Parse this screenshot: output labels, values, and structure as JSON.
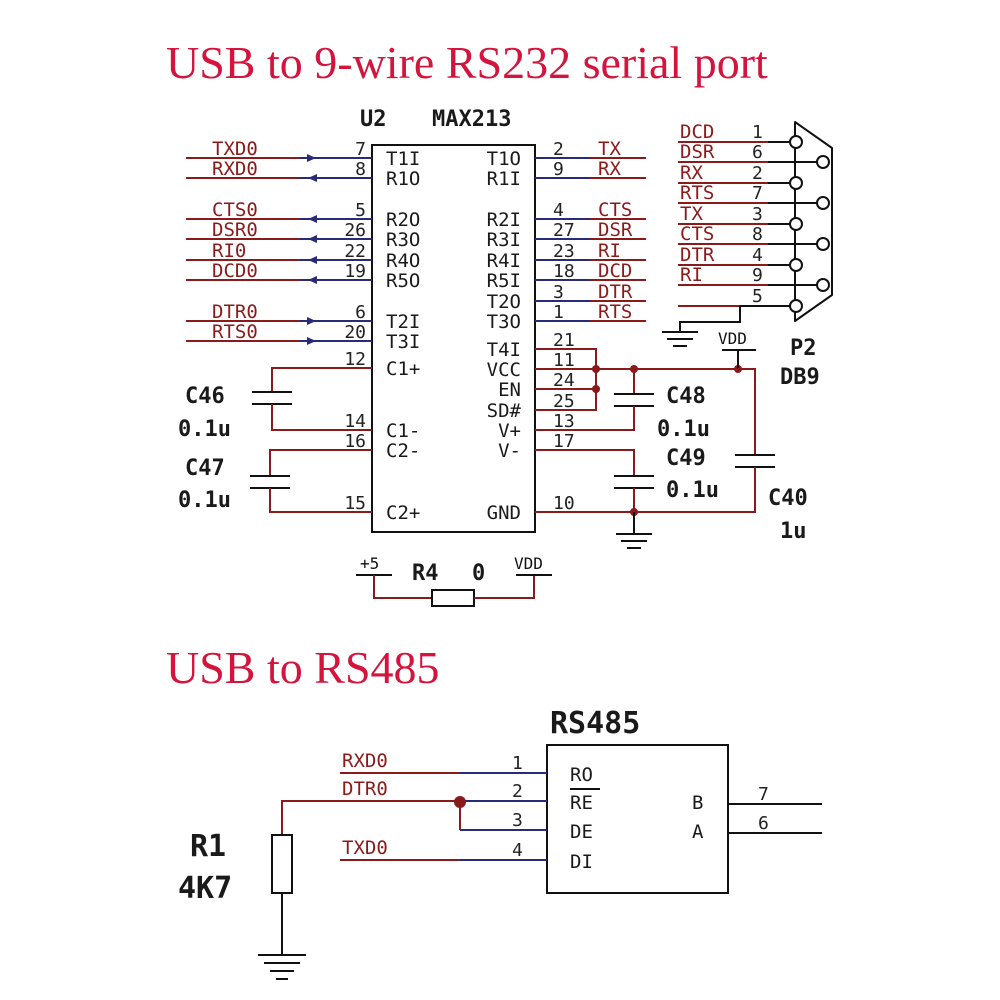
{
  "titles": {
    "rs232": "USB to 9-wire RS232 serial port",
    "rs485": "USB to RS485"
  },
  "u2": {
    "ref": "U2",
    "part": "MAX213",
    "left_pins": [
      {
        "net": "TXD0",
        "pin": "7",
        "name": "T1I"
      },
      {
        "net": "RXD0",
        "pin": "8",
        "name": "R1O"
      },
      {
        "net": "CTS0",
        "pin": "5",
        "name": "R2O"
      },
      {
        "net": "DSR0",
        "pin": "26",
        "name": "R3O"
      },
      {
        "net": "RI0",
        "pin": "22",
        "name": "R4O"
      },
      {
        "net": "DCD0",
        "pin": "19",
        "name": "R5O"
      },
      {
        "net": "DTR0",
        "pin": "6",
        "name": "T2I"
      },
      {
        "net": "RTS0",
        "pin": "20",
        "name": "T3I"
      },
      {
        "net": "",
        "pin": "12",
        "name": "C1+"
      },
      {
        "net": "",
        "pin": "14",
        "name": "C1-"
      },
      {
        "net": "",
        "pin": "16",
        "name": "C2-"
      },
      {
        "net": "",
        "pin": "15",
        "name": "C2+"
      }
    ],
    "right_pins": [
      {
        "name": "T1O",
        "pin": "2",
        "net": "TX"
      },
      {
        "name": "R1I",
        "pin": "9",
        "net": "RX"
      },
      {
        "name": "R2I",
        "pin": "4",
        "net": "CTS"
      },
      {
        "name": "R3I",
        "pin": "27",
        "net": "DSR"
      },
      {
        "name": "R4I",
        "pin": "23",
        "net": "RI"
      },
      {
        "name": "R5I",
        "pin": "18",
        "net": "DCD"
      },
      {
        "name": "T2O",
        "pin": "3",
        "net": "DTR"
      },
      {
        "name": "T3O",
        "pin": "1",
        "net": "RTS"
      },
      {
        "name": "T4I",
        "pin": "21",
        "net": ""
      },
      {
        "name": "VCC",
        "pin": "11",
        "net": ""
      },
      {
        "name": "EN",
        "pin": "24",
        "net": ""
      },
      {
        "name": "SD#",
        "pin": "25",
        "net": ""
      },
      {
        "name": "V+",
        "pin": "13",
        "net": ""
      },
      {
        "name": "V-",
        "pin": "17",
        "net": ""
      },
      {
        "name": "GND",
        "pin": "10",
        "net": ""
      }
    ]
  },
  "p2": {
    "ref": "P2",
    "type": "DB9",
    "pins": [
      {
        "net": "DCD",
        "pin": "1"
      },
      {
        "net": "DSR",
        "pin": "6"
      },
      {
        "net": "RX",
        "pin": "2"
      },
      {
        "net": "RTS",
        "pin": "7"
      },
      {
        "net": "TX",
        "pin": "3"
      },
      {
        "net": "CTS",
        "pin": "8"
      },
      {
        "net": "DTR",
        "pin": "4"
      },
      {
        "net": "RI",
        "pin": "9"
      },
      {
        "net": "",
        "pin": "5"
      }
    ]
  },
  "caps": {
    "c46": {
      "ref": "C46",
      "value": "0.1u"
    },
    "c47": {
      "ref": "C47",
      "value": "0.1u"
    },
    "c48": {
      "ref": "C48",
      "value": "0.1u"
    },
    "c49": {
      "ref": "C49",
      "value": "0.1u"
    },
    "c40": {
      "ref": "C40",
      "value": "1u"
    }
  },
  "power": {
    "vdd": "VDD",
    "plus5": "+5"
  },
  "r4": {
    "ref": "R4",
    "value": "0"
  },
  "rs485": {
    "ref": "RS485",
    "left_pins": [
      {
        "net": "RXD0",
        "pin": "1",
        "name": "RO"
      },
      {
        "net": "DTR0",
        "pin": "2",
        "name": "RE"
      },
      {
        "net": "",
        "pin": "3",
        "name": "DE"
      },
      {
        "net": "TXD0",
        "pin": "4",
        "name": "DI"
      }
    ],
    "right_pins": [
      {
        "name": "B",
        "pin": "7"
      },
      {
        "name": "A",
        "pin": "6"
      }
    ]
  },
  "r1": {
    "ref": "R1",
    "value": "4K7"
  }
}
